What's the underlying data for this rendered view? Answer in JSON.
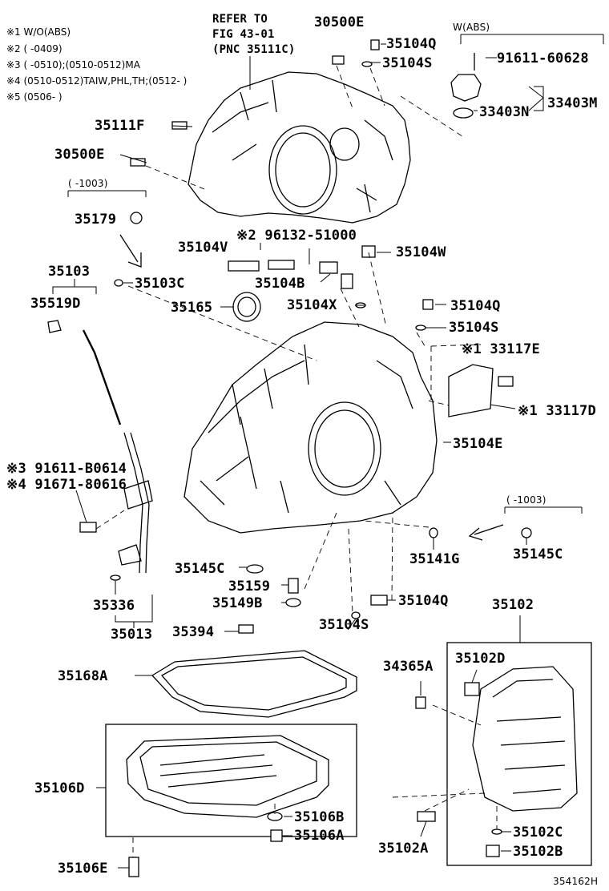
{
  "notes": [
    "※1 W/O(ABS)",
    "※2 (      -0409)",
    "※3 (      -0510);(0510-0512)MA",
    "※4 (0510-0512)TAIW,PHL,TH;(0512-      )",
    "※5 (0506-      )"
  ],
  "ref": [
    "REFER TO",
    "FIG 43-01",
    "(PNC 35111C)"
  ],
  "group_abs": "W(ABS)",
  "group_1003": "(     -1003)",
  "group_1003b": "(     -1003)",
  "parts": {
    "p30500E_top": "30500E",
    "p35104Q_top": "35104Q",
    "p35104S_top": "35104S",
    "p91611_60628": "91611-60628",
    "p33403M": "33403M",
    "p33403N": "33403N",
    "p35111F": "35111F",
    "p30500E_mid": "30500E",
    "p35179": "35179",
    "p35104V": "35104V",
    "p96132": "※2 96132-51000",
    "p35104W": "35104W",
    "p35103": "35103",
    "p35103C": "35103C",
    "p35104B": "35104B",
    "p35519D": "35519D",
    "p35165": "35165",
    "p35104X": "35104X",
    "p35104Q_mid": "35104Q",
    "p35104S_mid": "35104S",
    "p33117E": "※1 33117E",
    "p33117D": "※1 33117D",
    "p35104E": "35104E",
    "p91611_B0614": "※3 91611-B0614",
    "p91671_80616": "※4 91671-80616",
    "p35141G": "35141G",
    "p35145C_right": "35145C",
    "p35145C_left": "35145C",
    "p35159": "35159",
    "p35149B": "35149B",
    "p35336": "35336",
    "p35104Q_low": "35104Q",
    "p35104S_low": "35104S",
    "p35013": "35013",
    "p35394": "35394",
    "p35102": "35102",
    "p34365A": "34365A",
    "p35102D": "35102D",
    "p35168A": "35168A",
    "p35106D": "35106D",
    "p35106B": "35106B",
    "p35106A": "35106A",
    "p35102C": "35102C",
    "p35102A": "35102A",
    "p35102B": "35102B",
    "p35106E": "35106E"
  },
  "figure_id": "354162H"
}
